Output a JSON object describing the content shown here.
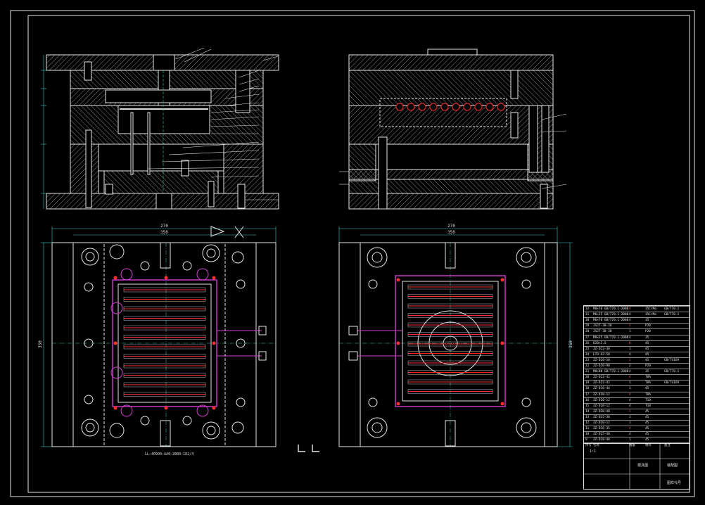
{
  "drawing": {
    "background": "#000000",
    "line_color": "#e6e6e6",
    "accent_red": "#ff3030",
    "accent_magenta": "#d040d0",
    "accent_cyan": "#40c8c8",
    "accent_yellow": "#e8e840"
  },
  "labels": {
    "dim_top_left_1": "270",
    "dim_top_left_2": "350",
    "dim_top_right_1": "270",
    "dim_top_right_2": "350",
    "dim_side_left": "350",
    "dim_side_right": "350",
    "plan_caption": "LL—40900—ΛΛ0—2B00—1D2/4"
  },
  "parts_table": {
    "rows": [
      {
        "no": "32",
        "name": "M8×70 GB/T70.1-2000",
        "qty": "4",
        "mat": "35CrMo",
        "note": "GB/T70.1"
      },
      {
        "no": "31",
        "name": "M6×35 GB/T70.1-2000",
        "qty": "4",
        "mat": "35CrMo",
        "note": "GB/T70.1"
      },
      {
        "no": "30",
        "name": "M6×70 GB/T70.1-2000",
        "qty": "4",
        "mat": "35",
        "note": ""
      },
      {
        "no": "29",
        "name": "JSJT-30-30",
        "qty": "1",
        "mat": "P20",
        "note": ""
      },
      {
        "no": "28",
        "name": "JSJT-30-30",
        "qty": "1",
        "mat": "P20",
        "note": ""
      },
      {
        "no": "27",
        "name": "M8×25 GB/T70.1-2000",
        "qty": "4",
        "mat": "35",
        "note": ""
      },
      {
        "no": "26",
        "name": "D20×1.5",
        "qty": "8",
        "mat": "45",
        "note": ""
      },
      {
        "no": "25",
        "name": "ZZ-D22-30",
        "qty": "1",
        "mat": "45",
        "note": ""
      },
      {
        "no": "24",
        "name": "LTD-42-50",
        "qty": "4",
        "mat": "45",
        "note": ""
      },
      {
        "no": "23",
        "name": "ZZ-D20-50",
        "qty": "1",
        "mat": "45",
        "note": "GB/T4169"
      },
      {
        "no": "22",
        "name": "ZZ-D20-90",
        "qty": "2",
        "mat": "P20",
        "note": ""
      },
      {
        "no": "21",
        "name": "M8×80 GB/T70.1-2000",
        "qty": "4",
        "mat": "35",
        "note": "GB/T70.1"
      },
      {
        "no": "20",
        "name": "ZZ-D22-42",
        "qty": "4",
        "mat": "T8A",
        "note": ""
      },
      {
        "no": "19",
        "name": "ZZ-D22-42",
        "qty": "1",
        "mat": "T8A",
        "note": "GB/T4169"
      },
      {
        "no": "18",
        "name": "ZZ-D16-44",
        "qty": "1",
        "mat": "45",
        "note": ""
      },
      {
        "no": "17",
        "name": "ZZ-D20-12",
        "qty": "4",
        "mat": "T8A",
        "note": ""
      },
      {
        "no": "16",
        "name": "ZZ-D20-12",
        "qty": "4",
        "mat": "T10",
        "note": ""
      },
      {
        "no": "15",
        "name": "ZZ-D20-12",
        "qty": "4",
        "mat": "T10",
        "note": ""
      },
      {
        "no": "14",
        "name": "ZZ-D30-40",
        "qty": "1",
        "mat": "45",
        "note": ""
      },
      {
        "no": "13",
        "name": "ZZ-D35-30",
        "qty": "1",
        "mat": "45",
        "note": ""
      },
      {
        "no": "12",
        "name": "ZZ-D20-12",
        "qty": "1",
        "mat": "45",
        "note": ""
      },
      {
        "no": "11",
        "name": "ZZ-D16-35",
        "qty": "4",
        "mat": "45",
        "note": ""
      },
      {
        "no": "10",
        "name": "ZZ-D25-40",
        "qty": "4",
        "mat": "45",
        "note": ""
      },
      {
        "no": "9",
        "name": "ZZ-D18-40",
        "qty": "1",
        "mat": "45",
        "note": ""
      }
    ],
    "header": {
      "no": "序号",
      "name": "名称",
      "qty": "数量",
      "mat": "材料",
      "note": "备注"
    }
  },
  "title_block": {
    "title": "装配图",
    "drawing_no": "图样代号",
    "company": "模具图",
    "scale": "1:1"
  }
}
